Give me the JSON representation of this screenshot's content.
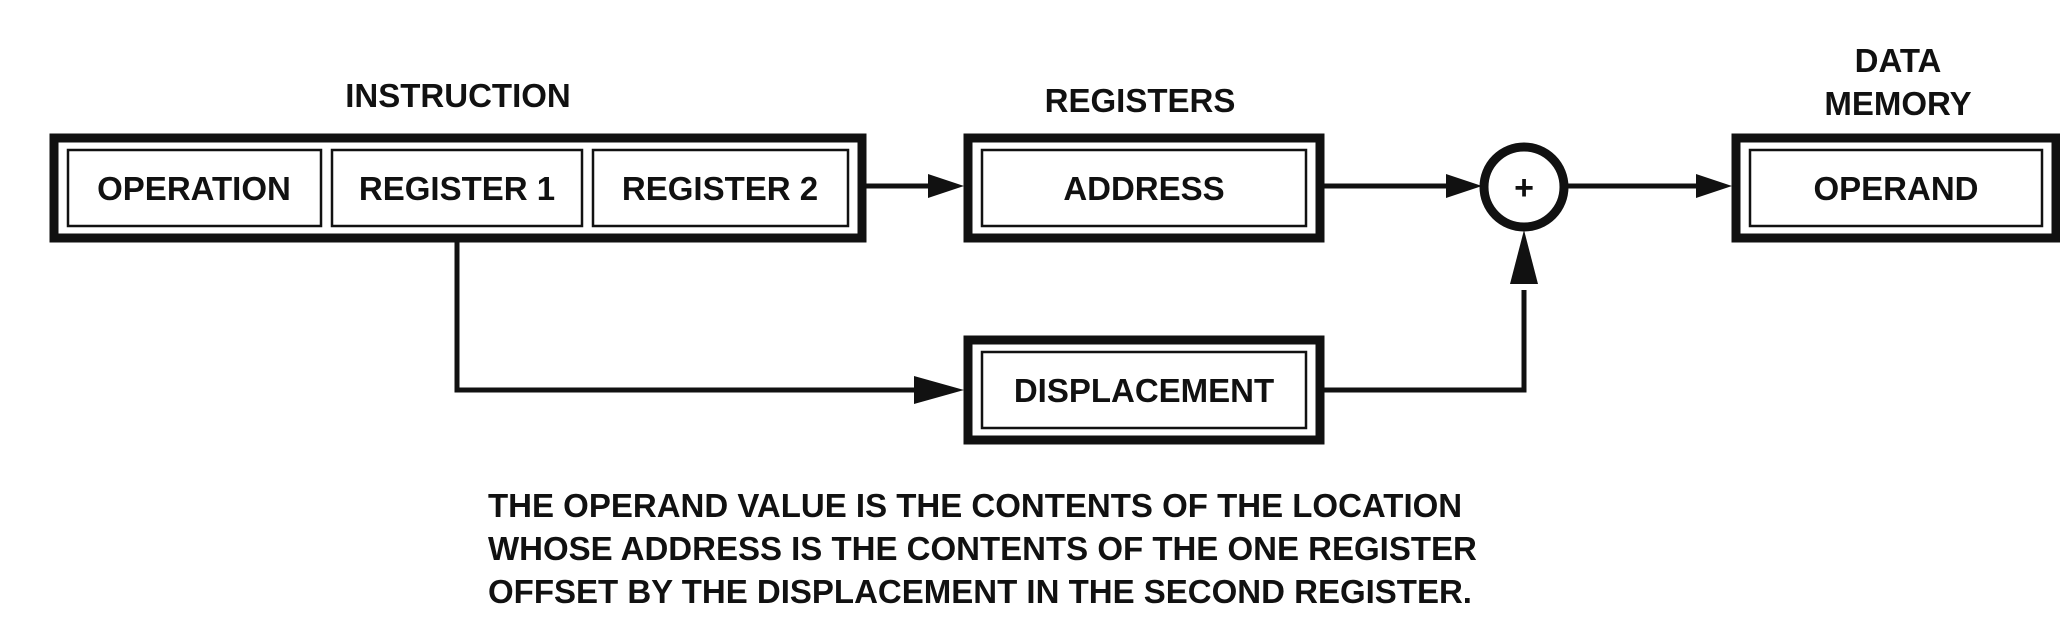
{
  "instruction": {
    "title": "INSTRUCTION",
    "fields": [
      "OPERATION",
      "REGISTER 1",
      "REGISTER 2"
    ]
  },
  "registers": {
    "title": "REGISTERS",
    "address": "ADDRESS",
    "displacement": "DISPLACEMENT"
  },
  "adder": {
    "symbol": "+"
  },
  "data_memory": {
    "title_line1": "DATA",
    "title_line2": "MEMORY",
    "operand": "OPERAND"
  },
  "caption": [
    "THE OPERAND VALUE IS THE CONTENTS OF THE LOCATION",
    "WHOSE ADDRESS IS THE CONTENTS OF THE ONE REGISTER",
    "OFFSET BY THE DISPLACEMENT IN THE SECOND REGISTER."
  ]
}
